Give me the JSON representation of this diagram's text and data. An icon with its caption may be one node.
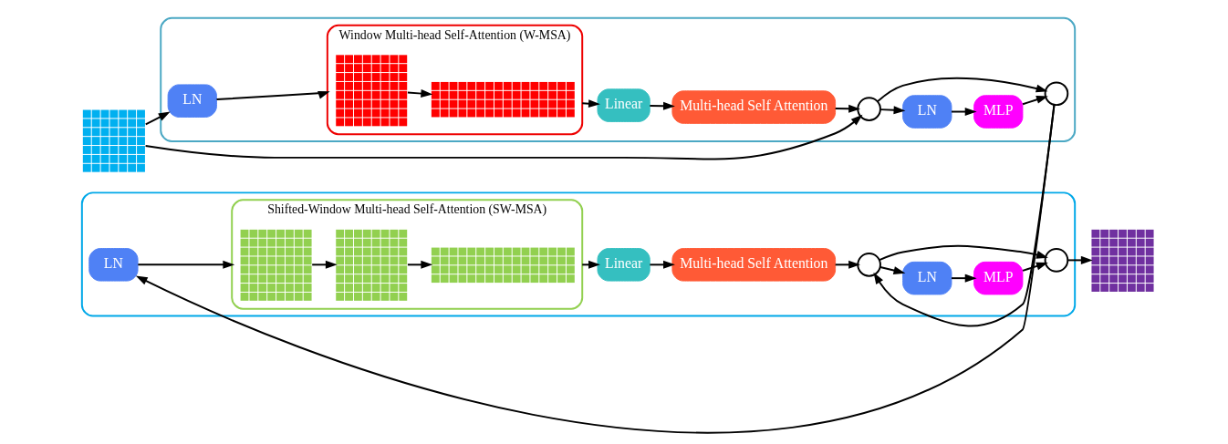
{
  "diagram": {
    "nodes": [
      {
        "text": [],
        "shape": "picture"
      },
      {
        "text": [],
        "shape": "box"
      },
      {
        "text": [
          "LN"
        ],
        "in": 1
      },
      {
        "text": [
          "Window Multi-head Self-Attention (W-MSA)"
        ],
        "in": 1
      },
      {
        "text": [],
        "shape": "picture",
        "in": 3
      },
      {
        "text": [],
        "shape": "picture",
        "in": 3
      },
      {
        "text": [
          "Linear"
        ],
        "in": 1
      },
      {
        "text": [
          "Multi-head Self Attention"
        ],
        "in": 1
      },
      {
        "text": [],
        "shape": "circle",
        "in": 1
      },
      {
        "text": [
          "LN"
        ],
        "in": 1
      },
      {
        "text": [
          "MLP"
        ],
        "in": 1
      },
      {
        "text": [],
        "shape": "circle",
        "in": 1
      },
      {
        "text": [],
        "shape": "box"
      },
      {
        "text": [
          "LN"
        ],
        "in": 12
      },
      {
        "text": [
          "Shifted-Window Multi-head Self-Attention (SW-MSA)"
        ],
        "in": 12
      },
      {
        "text": [],
        "shape": "picture",
        "in": 14
      },
      {
        "text": [],
        "shape": "picture",
        "in": 14
      },
      {
        "text": [],
        "shape": "picture",
        "in": 14
      },
      {
        "text": [
          "Linear"
        ],
        "in": 12
      },
      {
        "text": [
          "Multi-head Self Attention"
        ],
        "in": 12
      },
      {
        "text": [],
        "shape": "circle",
        "in": 12
      },
      {
        "text": [
          "LN"
        ],
        "in": 12
      },
      {
        "text": [
          "MLP"
        ],
        "in": 12
      },
      {
        "text": [],
        "shape": "circle",
        "in": 12
      },
      {
        "text": [],
        "shape": "picture"
      }
    ],
    "edges": [
      {
        "from": 0,
        "to": 2,
        "arrow": "to"
      },
      {
        "from": 0,
        "to": 8,
        "arrow": "to"
      },
      {
        "from": 2,
        "to": 3,
        "arrow": "to"
      },
      {
        "from": 4,
        "to": 5,
        "arrow": "to"
      },
      {
        "from": 3,
        "to": 6,
        "arrow": "to"
      },
      {
        "from": 6,
        "to": 7,
        "arrow": "to"
      },
      {
        "from": 7,
        "to": 8,
        "arrow": "to"
      },
      {
        "from": 8,
        "to": 9,
        "arrow": "to"
      },
      {
        "from": 8,
        "to": 11,
        "arrow": "to"
      },
      {
        "from": 9,
        "to": 10,
        "arrow": "to"
      },
      {
        "from": 10,
        "to": 11,
        "arrow": "to"
      },
      {
        "from": 11,
        "to": 13,
        "arrow": "to"
      },
      {
        "from": 11,
        "to": 20,
        "arrow": "to"
      },
      {
        "from": 13,
        "to": 14,
        "arrow": "to"
      },
      {
        "from": 15,
        "to": 16,
        "arrow": "to"
      },
      {
        "from": 16,
        "to": 17,
        "arrow": "to"
      },
      {
        "from": 14,
        "to": 18,
        "arrow": "to"
      },
      {
        "from": 18,
        "to": 19,
        "arrow": "to"
      },
      {
        "from": 19,
        "to": 20,
        "arrow": "to"
      },
      {
        "from": 20,
        "to": 21,
        "arrow": "to"
      },
      {
        "from": 20,
        "to": 23,
        "arrow": "to"
      },
      {
        "from": 21,
        "to": 22,
        "arrow": "to"
      },
      {
        "from": 22,
        "to": 23,
        "arrow": "to"
      },
      {
        "from": 23,
        "to": 24,
        "arrow": "to"
      }
    ]
  }
}
